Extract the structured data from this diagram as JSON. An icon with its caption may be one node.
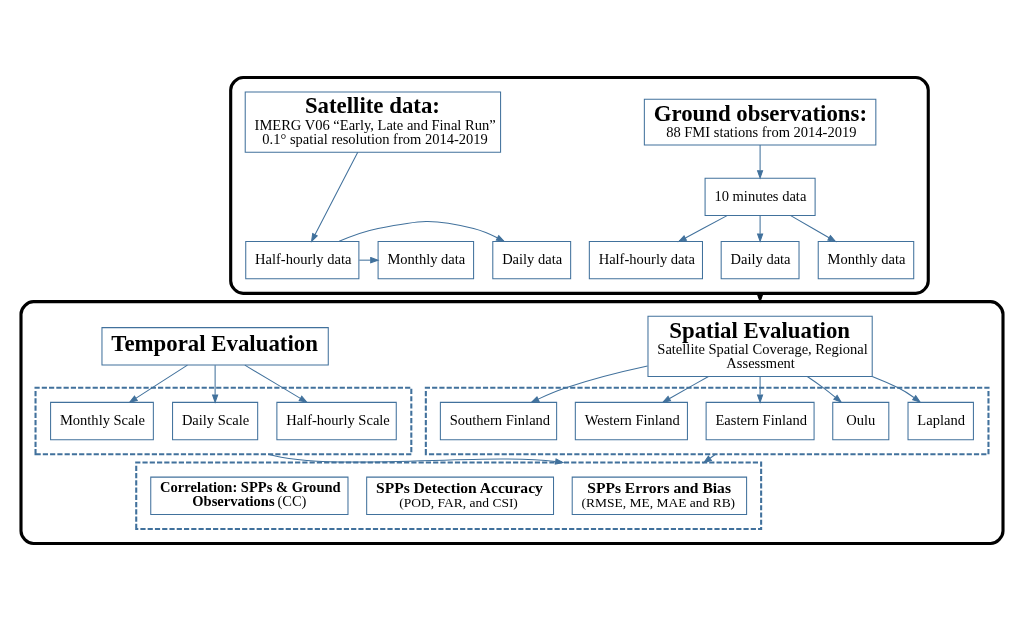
{
  "diagram": {
    "nodes": [
      {
        "text": [],
        "shape": "box"
      },
      {
        "text": [
          "Ground observations:",
          "88 FMI stations from 2014-2019"
        ],
        "in": 0
      },
      {
        "text": [
          "Satellite data:",
          "IMERG V06 “Early, Late and Final Run” 0.1° spatial resolution from 2014-2019"
        ],
        "in": 0
      },
      {
        "text": [
          "10 minutes data"
        ],
        "in": 0
      },
      {
        "text": [
          "Half-hourly data"
        ],
        "in": 0
      },
      {
        "text": [
          "Daily data"
        ],
        "in": 0
      },
      {
        "text": [
          "Monthly data"
        ],
        "in": 0
      },
      {
        "text": [
          "Daily data"
        ],
        "in": 0
      },
      {
        "text": [
          "Half-hourly data"
        ],
        "in": 0
      },
      {
        "text": [
          "Monthly data"
        ],
        "in": 0
      },
      {
        "text": [],
        "shape": "box"
      },
      {
        "text": [
          "Spatial Evaluation",
          "Satellite Spatial Coverage, Regional Assessment"
        ],
        "in": 10
      },
      {
        "text": [
          "Temporal Evaluation"
        ],
        "in": 10
      },
      {
        "text": [],
        "shape": "box",
        "in": 10
      },
      {
        "text": [
          "Lapland"
        ],
        "in": 13
      },
      {
        "text": [
          "Oulu"
        ],
        "in": 13
      },
      {
        "text": [
          "Eastern Finland"
        ],
        "in": 13
      },
      {
        "text": [
          "Western Finland"
        ],
        "in": 13
      },
      {
        "text": [
          "Southern Finland"
        ],
        "in": 13
      },
      {
        "text": [],
        "shape": "box",
        "in": 10
      },
      {
        "text": [
          "Half-hourly Scale"
        ],
        "in": 19
      },
      {
        "text": [
          "Daily Scale"
        ],
        "in": 19
      },
      {
        "text": [
          "Monthly Scale"
        ],
        "in": 19
      },
      {
        "text": [],
        "shape": "box",
        "in": 10
      },
      {
        "text": [
          "SPPs Errors and Bias",
          "(RMSE, ME, MAE and RB)"
        ],
        "in": 23
      },
      {
        "text": [
          "SPPs Detection Accuracy",
          "(POD, FAR, and CSI)"
        ],
        "in": 23
      },
      {
        "text": [
          "**Correlation: SPPs & Ground Observations** (CC)"
        ],
        "in": 23
      }
    ],
    "edges": [
      {
        "from": 1,
        "to": 3,
        "arrow": "to"
      },
      {
        "from": 3,
        "to": 4,
        "arrow": "to"
      },
      {
        "from": 3,
        "to": 5,
        "arrow": "to"
      },
      {
        "from": 3,
        "to": 6,
        "arrow": "to"
      },
      {
        "from": 2,
        "to": 8,
        "arrow": "to"
      },
      {
        "from": 8,
        "to": 7,
        "arrow": "to"
      },
      {
        "from": 8,
        "to": 9,
        "arrow": "to"
      },
      {
        "from": 0,
        "to": 10,
        "arrow": "to",
        "color": "#000000"
      },
      {
        "from": 11,
        "to": 14,
        "arrow": "to"
      },
      {
        "from": 11,
        "to": 15,
        "arrow": "to"
      },
      {
        "from": 11,
        "to": 16,
        "arrow": "to"
      },
      {
        "from": 11,
        "to": 17,
        "arrow": "to"
      },
      {
        "from": 11,
        "to": 18,
        "arrow": "to"
      },
      {
        "from": 12,
        "to": 20,
        "arrow": "to"
      },
      {
        "from": 12,
        "to": 21,
        "arrow": "to"
      },
      {
        "from": 12,
        "to": 22,
        "arrow": "to"
      },
      {
        "from": 13,
        "to": 23,
        "arrow": "to"
      },
      {
        "from": 19,
        "to": 23,
        "arrow": "to"
      }
    ]
  }
}
